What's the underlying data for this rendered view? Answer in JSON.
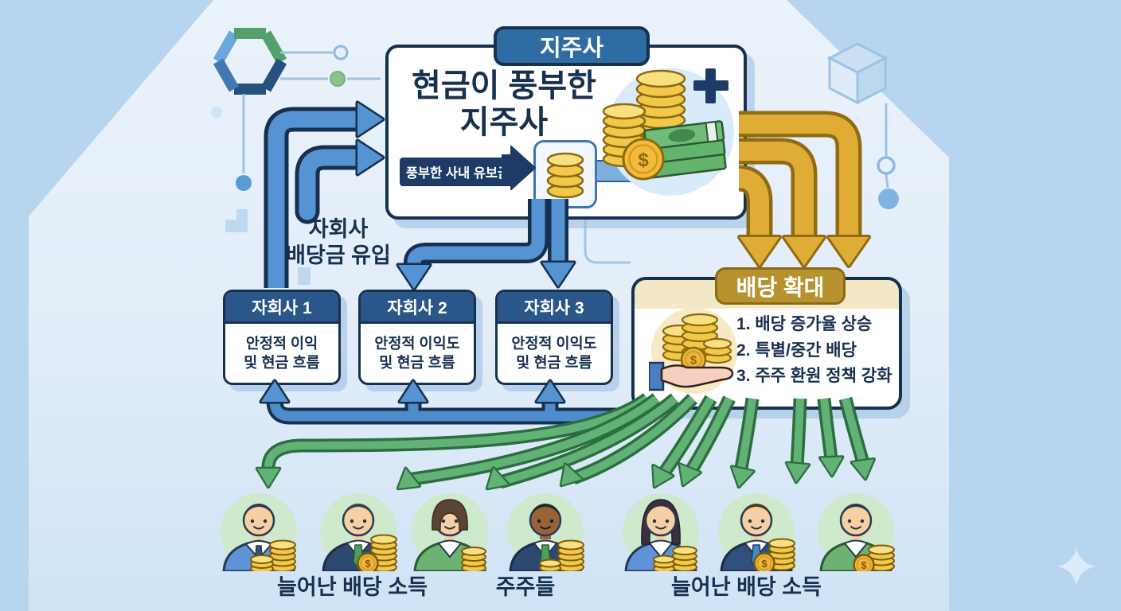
{
  "holding": {
    "badge": "지주사",
    "title": "현금이 풍부한\n지주사",
    "reserve_label": "풍부한 사내 유보금"
  },
  "inflow_label": "자회사\n배당금 유입",
  "subsidiaries": [
    {
      "title": "자회사 1",
      "body": "안정적 이익\n및 현금 흐름"
    },
    {
      "title": "자회사 2",
      "body": "안정적 이익도\n및 현금 흐름"
    },
    {
      "title": "자회사 3",
      "body": "안정적 이익도\n및 현금 흐름"
    }
  ],
  "dividend": {
    "badge": "배당 확대",
    "items": [
      "1. 배당 증가율 상승",
      "2. 특별/중간 배당",
      "3. 주주 환원 정책 강화"
    ]
  },
  "bottom_labels": [
    {
      "text": "늘어난 배당 소득"
    },
    {
      "text": "주주들"
    },
    {
      "text": "늘어난 배당 소득"
    }
  ],
  "icons": {
    "dollar": "$",
    "names": [
      "coin-stack-icon",
      "cash-banknotes-icon",
      "dollar-coin-icon",
      "plus-icon",
      "coin-database-icon",
      "hand-coins-icon",
      "hexagon-logo-icon",
      "cube-icon",
      "network-node-icon",
      "sparkle-icon"
    ]
  },
  "palette": {
    "background": "#b7d5ef",
    "panel": "#e5effa",
    "navy_outline": "#17304f",
    "blue_arrow": "#5593d2",
    "gold_arrow": "#dfad36",
    "green_arrow": "#62b277",
    "badge_blue": "#2e6ca3",
    "badge_gold": "#b8922f",
    "sub_header_blue": "#2b5689",
    "coin_gold": "#f2c84a"
  }
}
